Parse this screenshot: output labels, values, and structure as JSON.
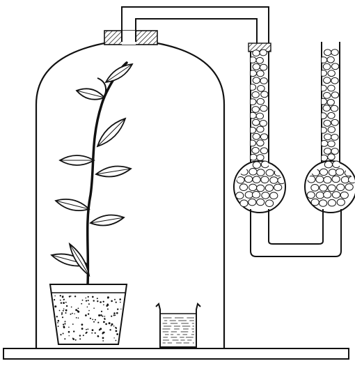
{
  "diagram": {
    "components": [
      {
        "id": "bell-jar",
        "kind": "glass bell jar"
      },
      {
        "id": "stopper",
        "kind": "hatched stopper"
      },
      {
        "id": "delivery-tube",
        "kind": "bent glass tube"
      },
      {
        "id": "u-tube",
        "kind": "U-tube filled with granules",
        "bulbs": 2
      },
      {
        "id": "plant",
        "kind": "potted plant",
        "leaves": 9
      },
      {
        "id": "pot",
        "kind": "pot with soil"
      },
      {
        "id": "beaker",
        "kind": "beaker with liquid"
      },
      {
        "id": "base-plate",
        "kind": "base plate"
      }
    ]
  },
  "colors": {
    "ink": "#111111",
    "paper": "#ffffff",
    "hatch": "#222222"
  }
}
